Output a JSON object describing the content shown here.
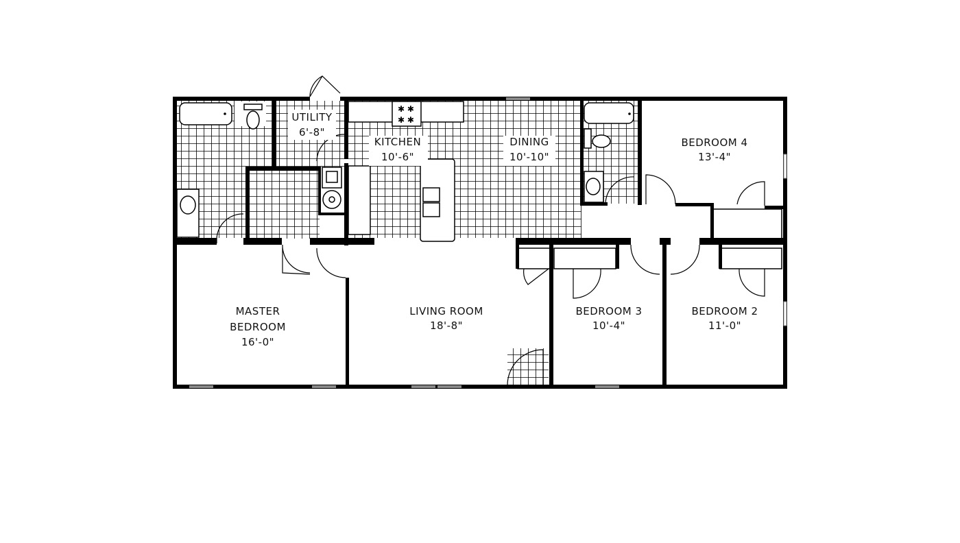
{
  "plan": {
    "rooms": [
      {
        "id": "utility",
        "name": "UTILITY",
        "size": "6'-8\""
      },
      {
        "id": "kitchen",
        "name": "KITCHEN",
        "size": "10'-6\""
      },
      {
        "id": "dining",
        "name": "DINING",
        "size": "10'-10\""
      },
      {
        "id": "bedroom4",
        "name": "BEDROOM 4",
        "size": "13'-4\""
      },
      {
        "id": "master",
        "name_line1": "MASTER",
        "name_line2": "BEDROOM",
        "size": "16'-0\""
      },
      {
        "id": "living",
        "name": "LIVING ROOM",
        "size": "18'-8\""
      },
      {
        "id": "bedroom3",
        "name": "BEDROOM 3",
        "size": "10'-4\""
      },
      {
        "id": "bedroom2",
        "name": "BEDROOM 2",
        "size": "11'-0\""
      }
    ],
    "colors": {
      "wall": "#000000",
      "window": "#8a8a8a",
      "background": "#ffffff",
      "tile": "#000000"
    }
  }
}
